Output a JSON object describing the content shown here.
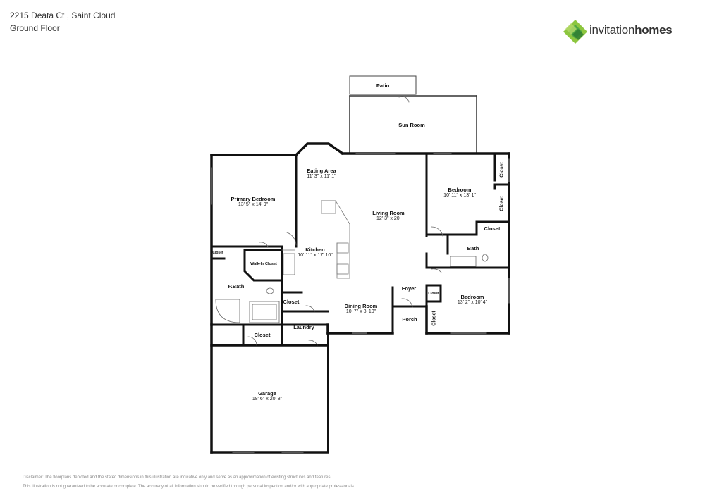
{
  "header": {
    "address": "2215 Deata Ct , Saint Cloud",
    "floor": "Ground Floor"
  },
  "logo": {
    "text_light": "invitation",
    "text_bold": "homes",
    "colors": {
      "green_light": "#8dc63f",
      "green_mid": "#4fa843",
      "green_dark": "#2e7d32"
    }
  },
  "rooms": {
    "patio": {
      "name": "Patio"
    },
    "sun_room": {
      "name": "Sun Room"
    },
    "eating_area": {
      "name": "Eating Area",
      "dims": "11' 3\" x 11' 1\""
    },
    "primary_bedroom": {
      "name": "Primary Bedroom",
      "dims": "13' 5\" x 14' 9\""
    },
    "living_room": {
      "name": "Living Room",
      "dims": "12' 3\" x 20'"
    },
    "bedroom_1": {
      "name": "Bedroom",
      "dims": "10' 11\" x 13' 1\""
    },
    "kitchen": {
      "name": "Kitchen",
      "dims": "10' 11\" x 17' 10\""
    },
    "walk_in_closet": {
      "name": "Walk-In Closet"
    },
    "p_bath": {
      "name": "P.Bath"
    },
    "closet_small_pb": {
      "name": "Closet"
    },
    "closet_kitchen": {
      "name": "Closet"
    },
    "dining_room": {
      "name": "Dining Room",
      "dims": "10' 7\" x 8' 10\""
    },
    "foyer": {
      "name": "Foyer"
    },
    "closet_foyer": {
      "name": "Closet"
    },
    "porch": {
      "name": "Porch"
    },
    "bedroom_2": {
      "name": "Bedroom",
      "dims": "13' 2\" x 10' 4\""
    },
    "closet_bed2": {
      "name": "Closet"
    },
    "bath": {
      "name": "Bath"
    },
    "closet_bath": {
      "name": "Closet"
    },
    "closet_bed1_top": {
      "name": "Closet"
    },
    "closet_bed1_bottom": {
      "name": "Closet"
    },
    "laundry": {
      "name": "Laundry"
    },
    "closet_garage": {
      "name": "Closet"
    },
    "garage": {
      "name": "Garage",
      "dims": "18' 6\" x 20' 8\""
    }
  },
  "disclaimer": {
    "line1": "Disclaimer: The floorplans depicted and the stated dimensions in this illustration are indicative only and serve as an approximation of existing structures and features.",
    "line2": "This illustration is not guaranteed to be accurate or complete. The accuracy of all information should be verified through personal inspection and/or with appropriate professionals."
  }
}
